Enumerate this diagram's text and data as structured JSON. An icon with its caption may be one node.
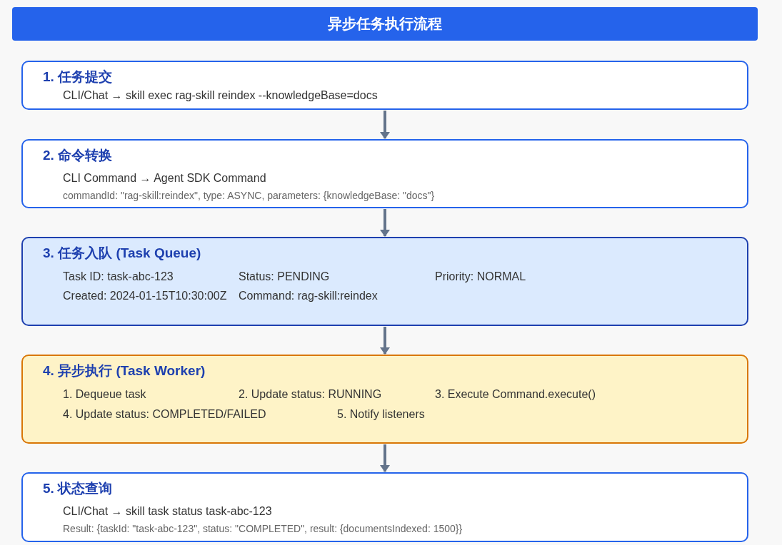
{
  "diagram": {
    "title": "异步任务执行流程",
    "nodes": [
      {
        "text": [
          "1. 任务提交",
          "CLI/Chat → skill exec rag-skill reindex --knowledgeBase=docs"
        ]
      },
      {
        "text": [
          "2. 命令转换",
          "CLI Command → Agent SDK Command",
          "commandId: \"rag-skill:reindex\", type: ASYNC, parameters: {knowledgeBase: \"docs\"}"
        ]
      },
      {
        "text": [
          "3. 任务入队 (Task Queue)",
          "Task ID: task-abc-123",
          "Status: PENDING",
          "Priority: NORMAL",
          "Created: 2024-01-15T10:30:00Z",
          "Command: rag-skill:reindex"
        ]
      },
      {
        "text": [
          "4. 异步执行 (Task Worker)",
          "1. Dequeue task",
          "2. Update status: RUNNING",
          "3. Execute Command.execute()",
          "4. Update status: COMPLETED/FAILED",
          "5. Notify listeners"
        ]
      },
      {
        "text": [
          "5. 状态查询",
          "CLI/Chat → skill task status task-abc-123",
          "Result: {taskId: \"task-abc-123\", status: \"COMPLETED\", result: {documentsIndexed: 1500}}"
        ]
      }
    ],
    "edges": [
      {
        "from": 0,
        "to": 1,
        "arrow": "to"
      },
      {
        "from": 1,
        "to": 2,
        "arrow": "to"
      },
      {
        "from": 2,
        "to": 3,
        "arrow": "to"
      },
      {
        "from": 3,
        "to": 4,
        "arrow": "to"
      }
    ]
  }
}
